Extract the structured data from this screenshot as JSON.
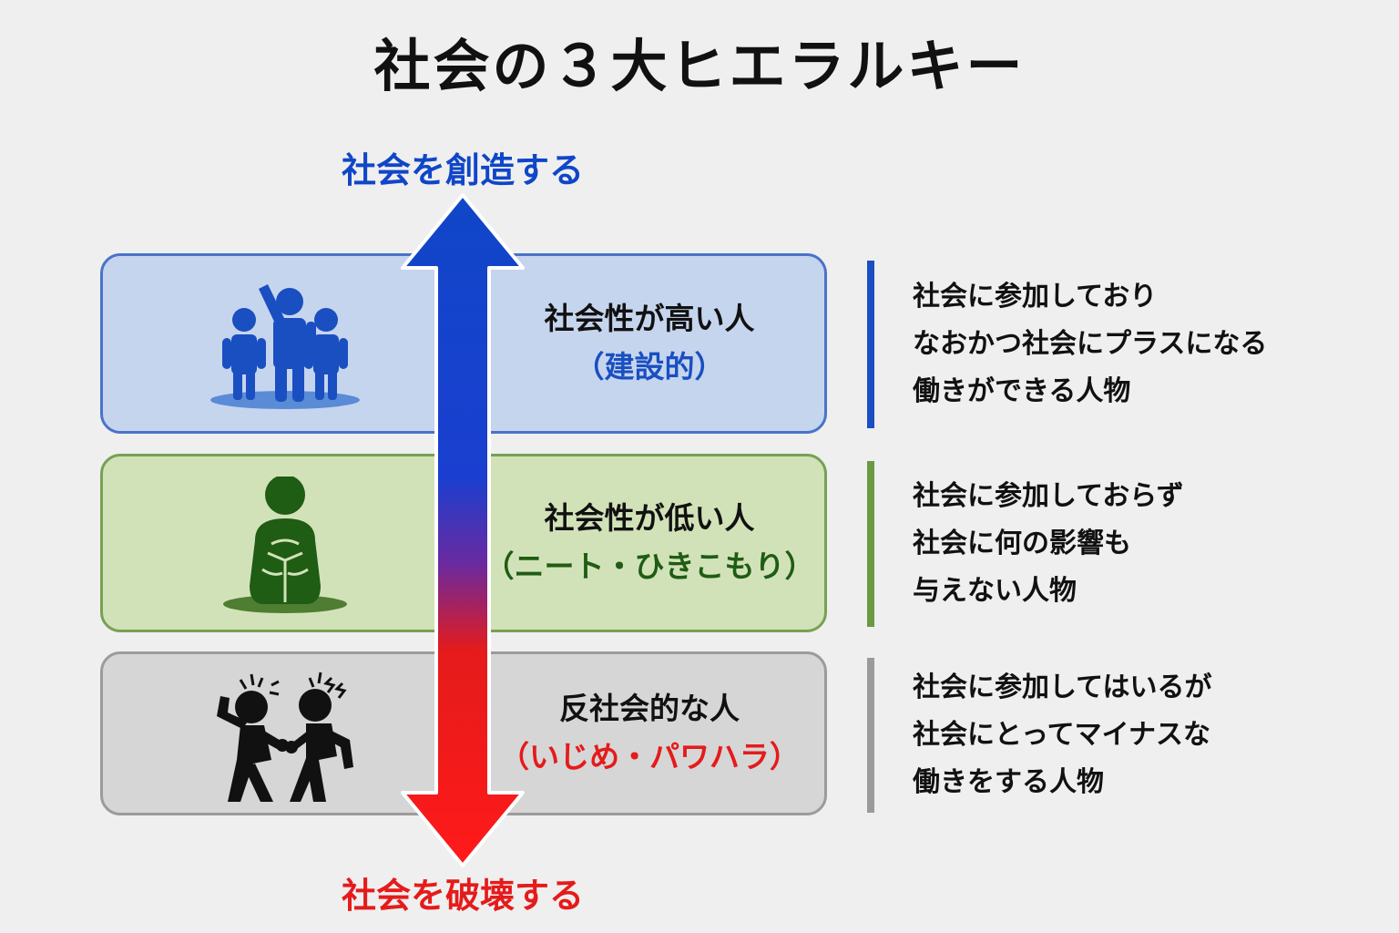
{
  "title": "社会の３大ヒエラルキー",
  "axis": {
    "top_label": "社会を創造する",
    "bottom_label": "社会を破壊する"
  },
  "colors": {
    "background": "#efefef",
    "axis_top": "#1046c8",
    "axis_bottom": "#e51b1b",
    "high_fill": "#c6d5ee",
    "high_border": "#4a73c9",
    "high_accent": "#1a4fc1",
    "low_fill": "#d2e2b8",
    "low_border": "#78a055",
    "low_accent": "#1f5c14",
    "anti_fill": "#d6d6d6",
    "anti_border": "#9b9b9b",
    "anti_accent": "#e51b1b"
  },
  "tiers": [
    {
      "name": "社会性が高い人",
      "sub": "（建設的）",
      "icon": "group-cheering-icon",
      "description": [
        "社会に参加しており",
        "なおかつ社会にプラスになる",
        "働きができる人物"
      ]
    },
    {
      "name": "社会性が低い人",
      "sub": "（ニート・ひきこもり）",
      "icon": "sitting-person-icon",
      "description": [
        "社会に参加しておらず",
        "社会に何の影響も",
        "与えない人物"
      ]
    },
    {
      "name": "反社会的な人",
      "sub": "（いじめ・パワハラ）",
      "icon": "fighting-people-icon",
      "description": [
        "社会に参加してはいるが",
        "社会にとってマイナスな",
        "働きをする人物"
      ]
    }
  ]
}
